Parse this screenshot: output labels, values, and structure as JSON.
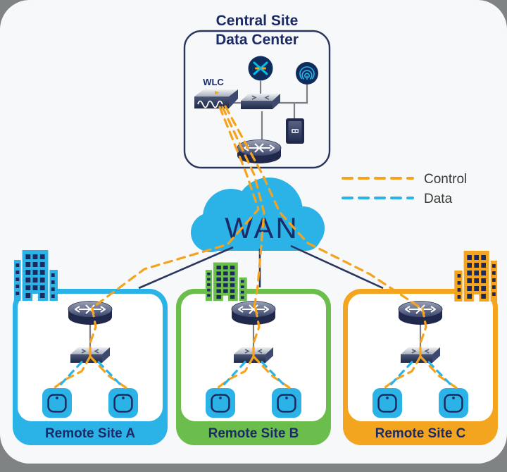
{
  "central_site": {
    "title_line1": "Central Site",
    "title_line2": "Data Center",
    "wlc_label": "WLC",
    "device_icons": [
      "wlc-controller-icon",
      "dna-center-icon",
      "ise-fingerprint-icon",
      "lan-switch-icon",
      "server-icon",
      "wan-router-icon"
    ]
  },
  "wan": {
    "label": "WAN",
    "color": "#2BB3E8"
  },
  "legend": {
    "items": [
      {
        "label": "Control",
        "color": "#F5A31E",
        "style": "dashed"
      },
      {
        "label": "Data",
        "color": "#2BB3E8",
        "style": "dashed"
      }
    ]
  },
  "sites": [
    {
      "label": "Remote Site A",
      "color": "#2BB3E8",
      "device_icons": [
        "wan-router-icon",
        "lan-switch-icon",
        "access-point-icon",
        "access-point-icon"
      ]
    },
    {
      "label": "Remote Site B",
      "color": "#6CBE4C",
      "device_icons": [
        "wan-router-icon",
        "lan-switch-icon",
        "access-point-icon",
        "access-point-icon"
      ]
    },
    {
      "label": "Remote Site C",
      "color": "#F3A51F",
      "device_icons": [
        "wan-router-icon",
        "lan-switch-icon",
        "access-point-icon",
        "access-point-icon"
      ]
    }
  ],
  "colors": {
    "canvas": "#F7F8F9",
    "outer_frame": "#7F8384",
    "navy_text": "#1C2B67",
    "solid_link": "#2A3560",
    "device_connector": "#7A8088",
    "device_body": "#20294C",
    "control_line": "#F5A31E",
    "data_line": "#2BB3E8"
  }
}
